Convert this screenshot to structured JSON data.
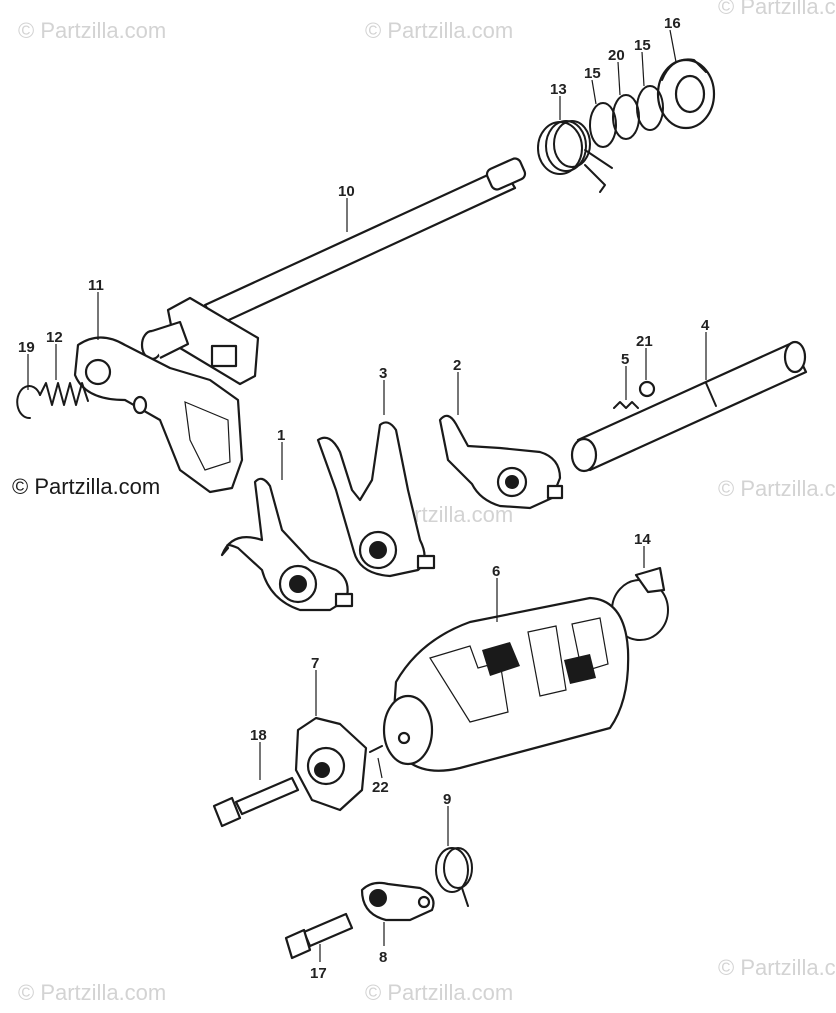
{
  "watermarks": {
    "top_left": "© Partzilla.com",
    "top_center": "© Partzilla.com",
    "top_right": "© Partzilla.com",
    "mid_center": "© Partzilla.com",
    "mid_right": "© Partzilla.com",
    "bottom_left": "© Partzilla.com",
    "bottom_center": "© Partzilla.com",
    "bottom_right": "© Partzilla.com"
  },
  "copyright": "© Partzilla.com",
  "callouts": {
    "c1": "1",
    "c2": "2",
    "c3": "3",
    "c4": "4",
    "c5": "5",
    "c6": "6",
    "c7": "7",
    "c8": "8",
    "c9": "9",
    "c10": "10",
    "c11": "11",
    "c12": "12",
    "c13": "13",
    "c14": "14",
    "c15a": "15",
    "c15b": "15",
    "c16": "16",
    "c17": "17",
    "c18": "18",
    "c19": "19",
    "c20": "20",
    "c21": "21",
    "c22": "22"
  }
}
